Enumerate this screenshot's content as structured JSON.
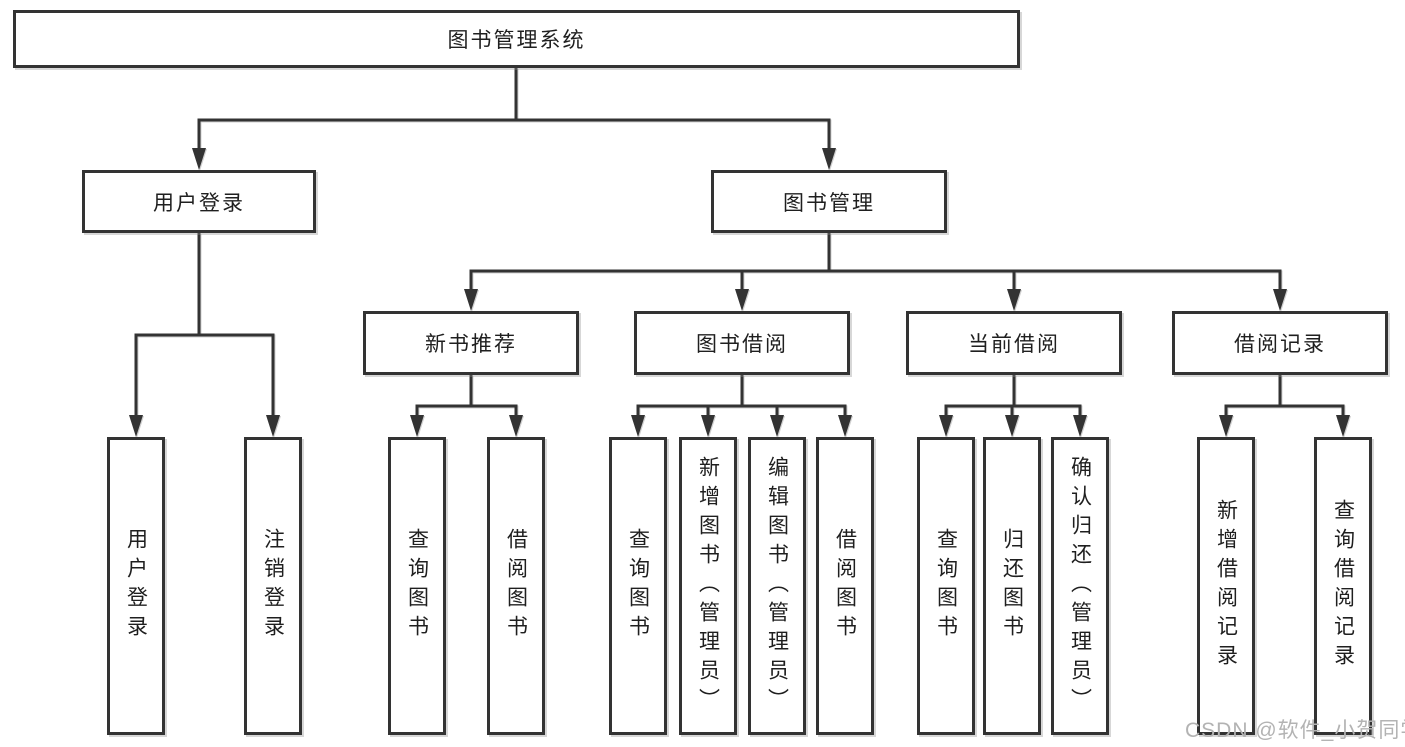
{
  "diagram": {
    "type": "hierarchy-tree",
    "orientation": "top-down",
    "line_color": "#333333",
    "box_border_color": "#333333",
    "box_fill_color": "#ffffff",
    "text_color": "#1f1f1f"
  },
  "tree": {
    "root": {
      "label": "图书管理系统"
    },
    "branches": [
      {
        "label": "用户登录",
        "children": [
          {
            "label": "用户登录"
          },
          {
            "label": "注销登录"
          }
        ]
      },
      {
        "label": "图书管理",
        "children": [
          {
            "label": "新书推荐",
            "children": [
              {
                "label": "查询图书"
              },
              {
                "label": "借阅图书"
              }
            ]
          },
          {
            "label": "图书借阅",
            "children": [
              {
                "label": "查询图书"
              },
              {
                "label": "新增图书（管理员）"
              },
              {
                "label": "编辑图书（管理员）"
              },
              {
                "label": "借阅图书"
              }
            ]
          },
          {
            "label": "当前借阅",
            "children": [
              {
                "label": "查询图书"
              },
              {
                "label": "归还图书"
              },
              {
                "label": "确认归还（管理员）"
              }
            ]
          },
          {
            "label": "借阅记录",
            "children": [
              {
                "label": "新增借阅记录"
              },
              {
                "label": "查询借阅记录"
              }
            ]
          }
        ]
      }
    ]
  },
  "watermark": {
    "text": "CSDN @软件_小贺同学",
    "color": "#b3b3b3"
  }
}
